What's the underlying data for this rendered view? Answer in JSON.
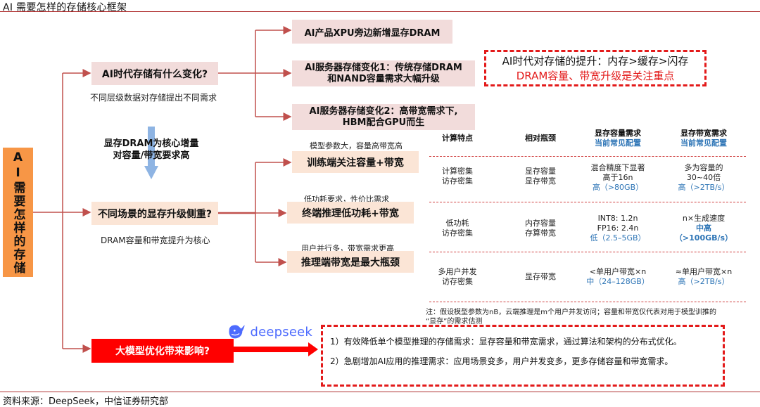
{
  "title": "AI 需要怎样的存储核心框架",
  "root": {
    "label": "AI需要怎样的存储"
  },
  "branch_1": {
    "question": "AI时代存储有什么变化?",
    "subtitle": "不同层级数据对存储提出不同需求",
    "items": [
      {
        "line1": "AI产品XPU旁边新增显存DRAM",
        "line2": ""
      },
      {
        "line1": "AI服务器存储变化1：传统存储DRAM",
        "line2": "和NAND容量需求大幅升级"
      },
      {
        "line1": "AI服务器存储变化2：高带宽需求下,",
        "line2": "HBM配合GPU而生"
      }
    ],
    "highlight": {
      "line1": "AI时代对存储的提升：内存>缓存>闪存",
      "line2": "DRAM容量、带宽升级是关注重点"
    }
  },
  "transition": {
    "line1": "显存DRAM为核心增量",
    "line2": "对容量/带宽要求高"
  },
  "branch_2": {
    "question": "不同场景的显存升级侧重?",
    "subtitle": "DRAM容量和带宽提升为核心",
    "items": [
      {
        "note": "模型参数大，容量高带宽高",
        "label": "训练端关注容量+带宽"
      },
      {
        "note": "低功耗要求，性价比需求",
        "label": "终端推理低功耗+带宽"
      },
      {
        "note": "用户并行多，带宽需求更高",
        "label": "推理端带宽是最大瓶颈"
      }
    ]
  },
  "table": {
    "headers": [
      {
        "label": "计算特点",
        "sub": ""
      },
      {
        "label": "相对瓶颈",
        "sub": ""
      },
      {
        "label": "显存容量需求",
        "sub": "当前常见配置"
      },
      {
        "label": "显存带宽需求",
        "sub": "当前常见配置"
      }
    ],
    "rows": [
      {
        "feature": [
          "计算密集",
          "访存密集"
        ],
        "bottleneck": [
          "显存容量",
          "显存带宽"
        ],
        "capacity": [
          "混合精度下显著",
          "高于16n"
        ],
        "capacity_config": "高（>80GB）",
        "bandwidth": [
          "多为容量的",
          "30~40倍"
        ],
        "bandwidth_config": "高（>2TB/s）"
      },
      {
        "feature": [
          "低功耗",
          "访存密集"
        ],
        "bottleneck": [
          "内存容量",
          "存算带宽"
        ],
        "capacity": [
          "INT8: 1.2n",
          "FP16: 2.4n"
        ],
        "capacity_config": "低（2.5–5GB）",
        "bandwidth": [
          "n×生成速度",
          ""
        ],
        "bandwidth_config": "中高",
        "bandwidth_config_2": "（>100GB/s）"
      },
      {
        "feature": [
          "多用户并发",
          "访存密集"
        ],
        "bottleneck": [
          "显存带宽",
          ""
        ],
        "capacity": [
          "<单用户带宽×n",
          ""
        ],
        "capacity_config": "中（24–128GB）",
        "bandwidth": [
          "≈单用户带宽×n",
          ""
        ],
        "bandwidth_config": "高（>2TB/s）"
      }
    ],
    "note_line1": "注：假设模型参数为nB，云端推理是m个用户并发访问；容量和带宽仅代表对用于模型训推的",
    "note_line2": "“显存”的需求估测"
  },
  "branch_3": {
    "question": "大模型优化带来影响?",
    "logo_text": "deepseek",
    "impacts": [
      "1）有效降低单个模型推理的存储需求：显存容量和带宽需求，通过算法和架构的分布式优化。",
      "2）急剧增加AI应用的推理需求：应用场景变多，用户并发变多，更多存储容量和带宽需求。"
    ]
  },
  "footer": "资料来源：DeepSeek，中信证券研究部",
  "colors": {
    "connector": "#c0504d",
    "root_fill": "#f79646",
    "pink_fill": "#f2dcdb",
    "peach_fill": "#fbe5d6",
    "alert_red": "#ff0000",
    "accent_blue": "#2e75b6",
    "deepseek_blue": "#4d6bfe"
  }
}
